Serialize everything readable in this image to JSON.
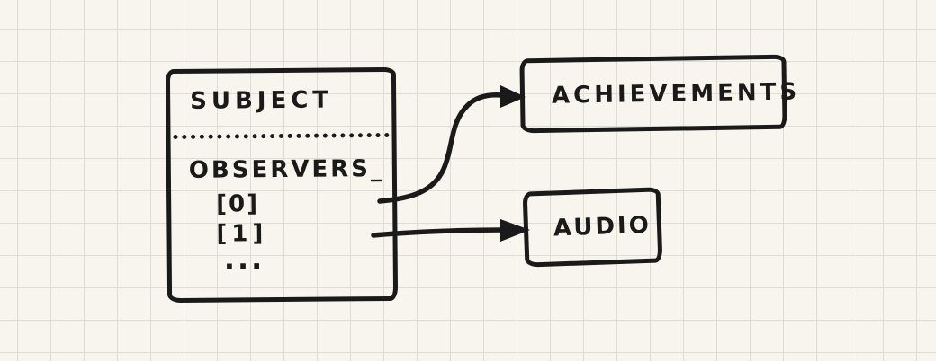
{
  "subject_box": {
    "title": "SUBJECT",
    "list_name": "OBSERVERS_",
    "slots": [
      "[0]",
      "[1]",
      "..."
    ]
  },
  "observers": [
    {
      "label": "ACHIEVEMENTS"
    },
    {
      "label": "AUDIO"
    }
  ],
  "edges": [
    {
      "from": "OBSERVERS_[0]",
      "to": "ACHIEVEMENTS"
    },
    {
      "from": "OBSERVERS_[1]",
      "to": "AUDIO"
    }
  ],
  "colors": {
    "ink": "#1a1a1a",
    "paper": "#f8f5ee",
    "grid": "#deddd3"
  }
}
